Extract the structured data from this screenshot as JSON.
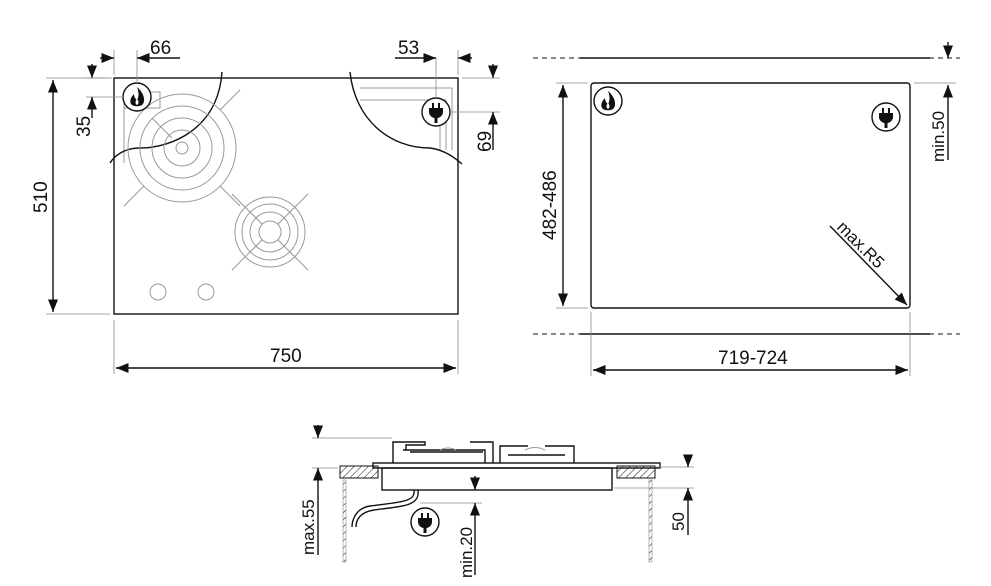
{
  "top_view": {
    "width": "750",
    "height": "510",
    "gas_offset_x": "66",
    "gas_offset_y": "35",
    "electric_offset_x": "53",
    "electric_offset_y": "69",
    "icons": [
      "flame-icon",
      "plug-icon"
    ]
  },
  "cutout": {
    "width": "719-724",
    "height": "482-486",
    "min_clearance": "min.50",
    "corner_radius": "max.R5",
    "icons": [
      "flame-icon",
      "plug-icon"
    ]
  },
  "side_view": {
    "max_height": "max.55",
    "min_clearance": "min.20",
    "depth": "50",
    "icons": [
      "plug-icon"
    ]
  }
}
